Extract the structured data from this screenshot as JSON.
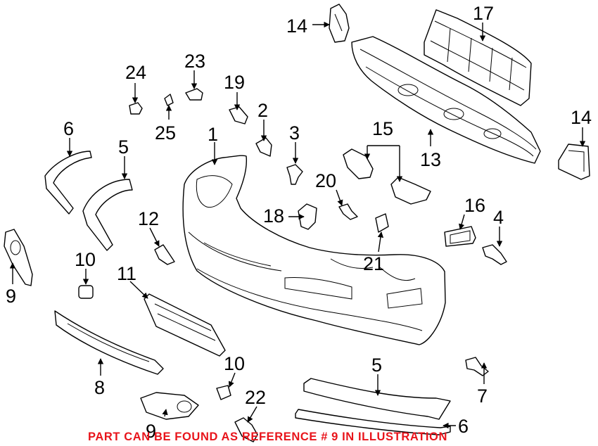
{
  "callouts": {
    "c1": "1",
    "c2": "2",
    "c3": "3",
    "c4": "4",
    "c5a": "5",
    "c5b": "5",
    "c6a": "6",
    "c6b": "6",
    "c7": "7",
    "c8": "8",
    "c9a": "9",
    "c9b": "9",
    "c10a": "10",
    "c10b": "10",
    "c11": "11",
    "c12": "12",
    "c13": "13",
    "c14a": "14",
    "c14b": "14",
    "c15": "15",
    "c16": "16",
    "c17": "17",
    "c18": "18",
    "c19": "19",
    "c20": "20",
    "c21": "21",
    "c22": "22",
    "c23": "23",
    "c24": "24",
    "c25": "25"
  },
  "notice": "PART CAN BE FOUND AS REFERENCE # 9 IN ILLUSTRATION",
  "colors": {
    "line": "#000000",
    "background": "#ffffff",
    "notice": "#e8141b"
  }
}
